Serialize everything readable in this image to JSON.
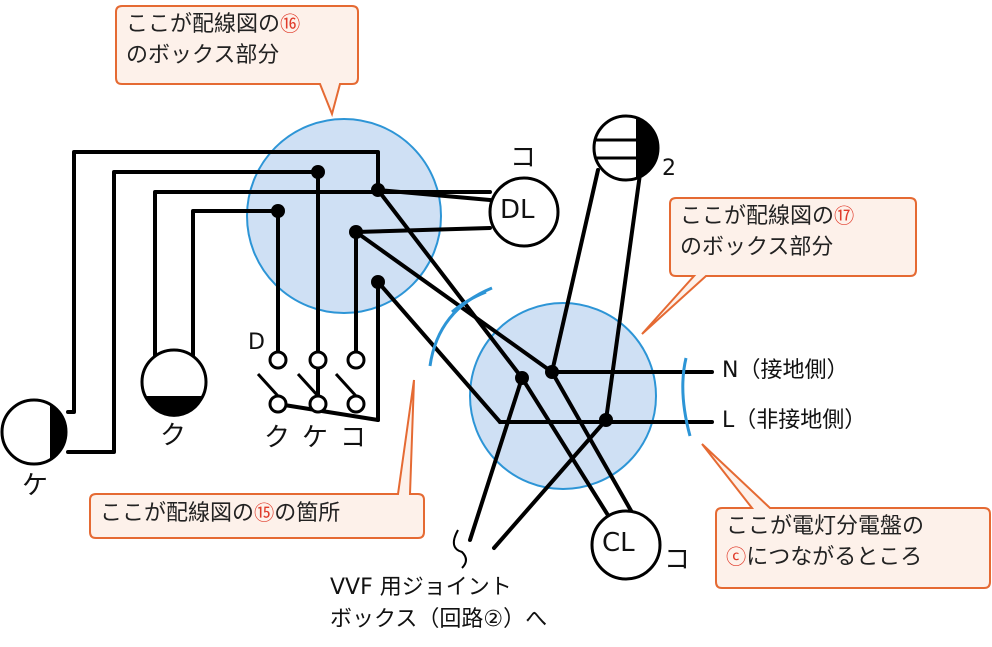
{
  "colors": {
    "box_fill": "#cfe0f4",
    "box_stroke": "#2d95d6",
    "callout_fill": "#fdf1ea",
    "callout_stroke": "#e56a33",
    "wire": "#000000",
    "circle_number": "#e03b2a"
  },
  "callouts": {
    "box16": {
      "line1": "ここが配線図の",
      "num": "⑯",
      "line2": "のボックス部分"
    },
    "box17": {
      "line1": "ここが配線図の",
      "num": "⑰",
      "line2": "のボックス部分"
    },
    "place15": {
      "pre": "ここが配線図の",
      "num": "⑮",
      "post": "の箇所"
    },
    "panel": {
      "line1": "ここが電灯分電盤の",
      "num": "ⓒ",
      "line2": "につながるところ"
    }
  },
  "fixtures": {
    "dl": {
      "text": "DL",
      "tag": "コ"
    },
    "cl": {
      "text": "CL",
      "tag": "コ"
    },
    "pendant_ku": {
      "tag": "ク"
    },
    "pendant_ke": {
      "tag": "ケ"
    },
    "outlet": {
      "tag": "2"
    }
  },
  "switches": {
    "header": "D",
    "labels": [
      "ク",
      "ケ",
      "コ"
    ]
  },
  "feed": {
    "n_label": "N（接地側）",
    "l_label": "L（非接地側）"
  },
  "jb_note": {
    "line1": "VVF 用ジョイント",
    "line2": "ボックス（回路②）へ"
  }
}
